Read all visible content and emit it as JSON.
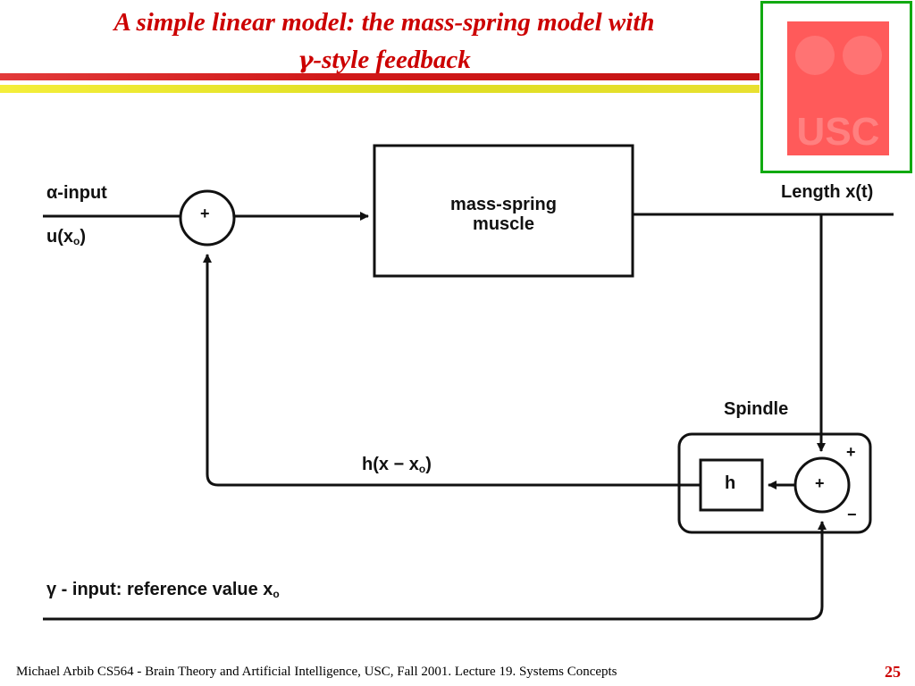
{
  "slide": {
    "title_line1": "A simple linear model: the mass-spring model with",
    "title_greek": "γ",
    "title_line2_rest": "-style feedback",
    "logo_text": "USC"
  },
  "diagram": {
    "block_main_line1": "mass-spring",
    "block_main_line2": "muscle",
    "block_gain": "h",
    "sum_sign": "+",
    "spindle_sum_sign": "+",
    "spindle_label": "Spindle",
    "spindle_sign_top": "+",
    "spindle_sign_bottom": "−",
    "alpha_symbol": "α",
    "alpha_text": "-input",
    "u_text": "u(x",
    "u_sub": "o",
    "u_close": ")",
    "output_label": "Length x(t)",
    "feedback_text": "h(x − x",
    "feedback_sub": "o",
    "feedback_close": ")",
    "gamma_symbol": "γ",
    "gamma_text": " - input: reference value x",
    "gamma_sub": "o"
  },
  "footer": {
    "text": "Michael Arbib CS564 - Brain Theory and Artificial Intelligence,  USC, Fall 2001. Lecture 19. Systems Concepts",
    "page": "25"
  },
  "colors": {
    "title": "#cc0000",
    "band_red": "#cc1111",
    "band_yellow": "#e8e020",
    "logo_border": "#11aa11",
    "logo_fill": "#ff5555"
  }
}
